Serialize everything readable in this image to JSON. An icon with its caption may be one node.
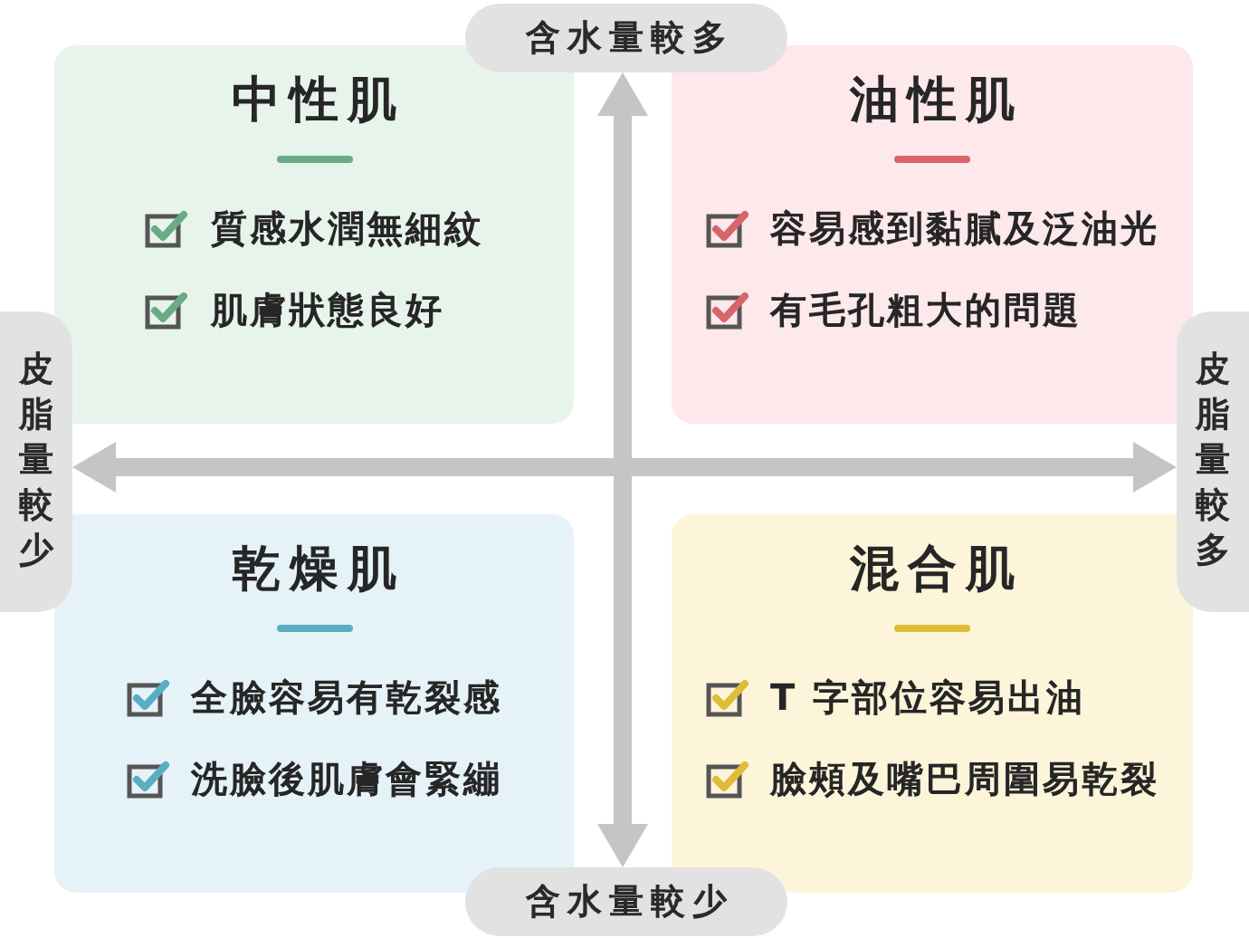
{
  "diagram": {
    "nodes": [
      {
        "text": [
          "含水量較多"
        ]
      },
      {
        "text": [
          "中性肌",
          "質感水潤無細紋",
          "肌膚狀態良好"
        ]
      },
      {
        "text": [
          "油性肌",
          "容易感到黏膩及泛油光",
          "有毛孔粗大的問題"
        ]
      },
      {
        "text": [
          "皮脂量較少"
        ]
      },
      {
        "text": [
          "皮脂量較多"
        ]
      },
      {
        "text": [
          "乾燥肌",
          "全臉容易有乾裂感",
          "洗臉後肌膚會緊繃"
        ]
      },
      {
        "text": [
          "混合肌",
          "T 字部位容易出油",
          "臉頰及嘴巴周圍易乾裂"
        ]
      },
      {
        "text": [
          "含水量較少"
        ]
      }
    ],
    "edges": [
      {
        "from": 7,
        "to": 0,
        "arrow": "both"
      },
      {
        "from": 3,
        "to": 4,
        "arrow": "both"
      }
    ]
  }
}
